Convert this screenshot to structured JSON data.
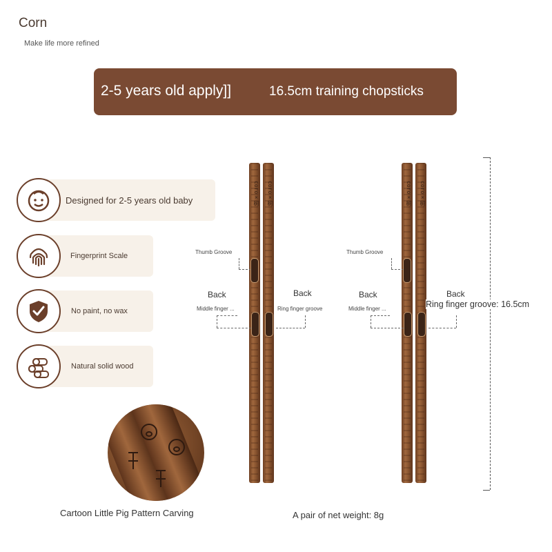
{
  "brand": "Corn",
  "tagline": "Make life more refined",
  "banner": {
    "age": "2-5 years old apply]]",
    "product": "16.5cm training chopsticks"
  },
  "features": [
    {
      "label": "Designed for 2-5 years old baby",
      "icon": "baby-face-icon"
    },
    {
      "label": "Fingerprint Scale",
      "icon": "fingerprint-icon"
    },
    {
      "label": "No paint, no wax",
      "icon": "shield-check-icon"
    },
    {
      "label": "Natural solid wood",
      "icon": "wood-logs-icon"
    }
  ],
  "engraving": "coro×树",
  "left_pair": {
    "thumb": "Thumb Groove",
    "back_left": "Back",
    "middle": "Middle finger ...",
    "back_right": "Back",
    "ring": "Ring finger groove"
  },
  "right_pair": {
    "thumb": "Thumb Groove",
    "back_left": "Back",
    "middle": "Middle finger ...",
    "back_right": "Back",
    "ring_length": "Ring finger groove: 16.5cm"
  },
  "captions": {
    "carving": "Cartoon Little Pig Pattern Carving",
    "weight": "A pair of net weight: 8g"
  },
  "colors": {
    "brand_brown": "#7a4a33",
    "wood": "#8a5530",
    "pill_bg": "#f7f1e9"
  }
}
